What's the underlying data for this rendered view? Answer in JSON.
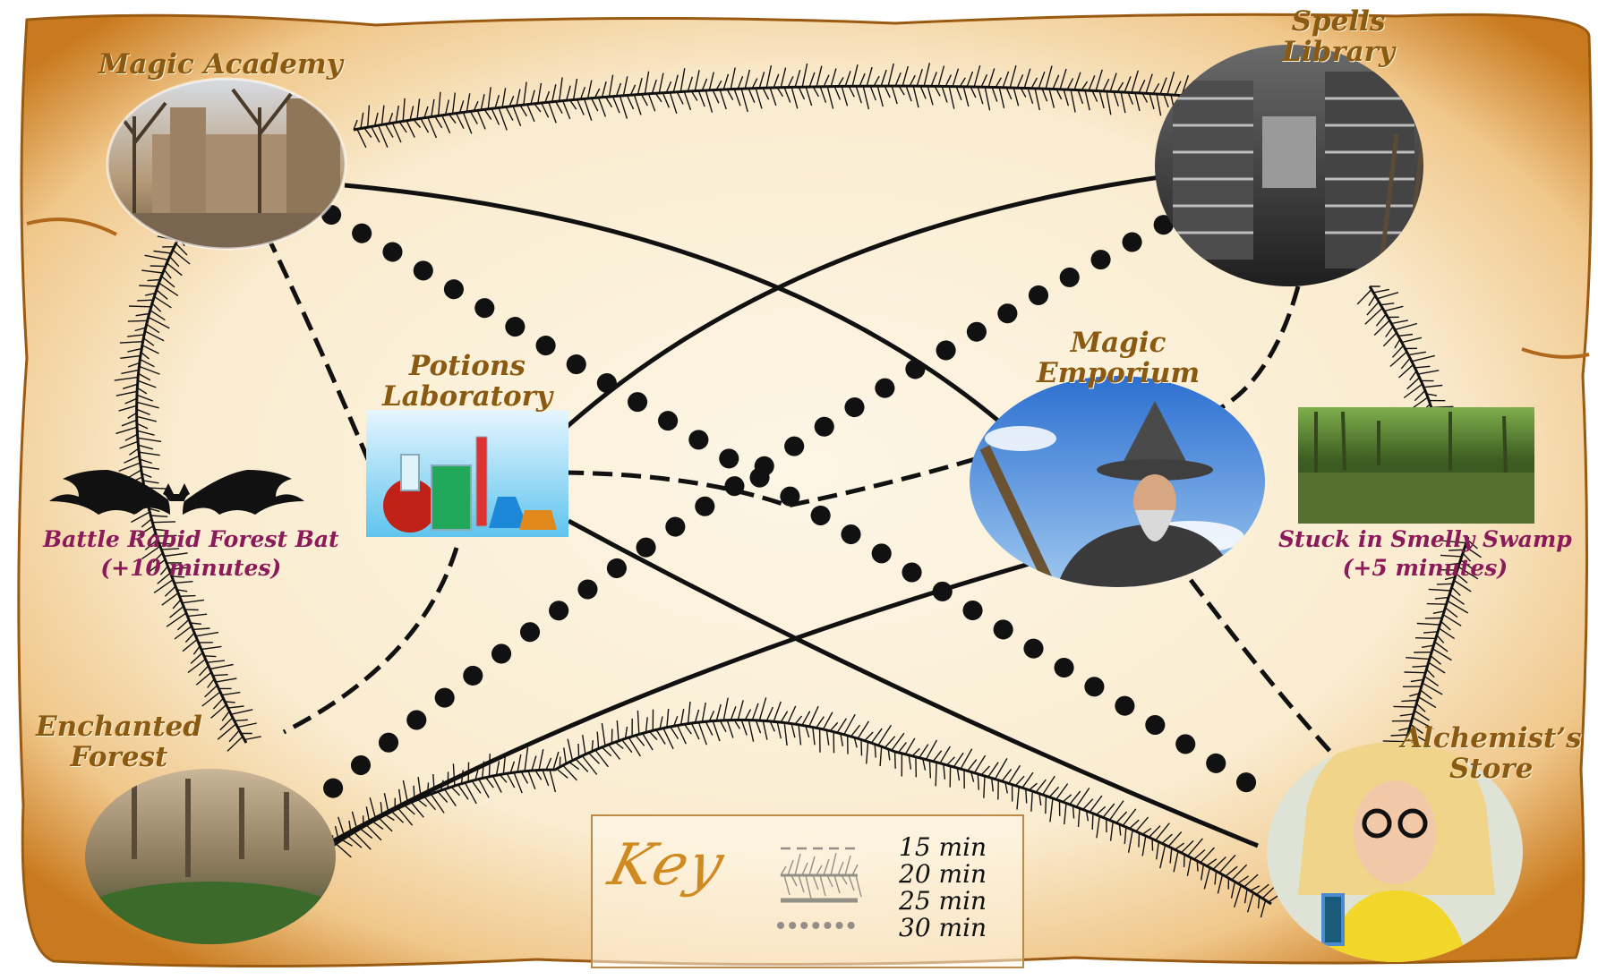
{
  "map": {
    "locations": [
      {
        "id": "magic-academy",
        "name_lines": [
          "Magic Academy"
        ],
        "icon": "campus-trees-icon"
      },
      {
        "id": "spells-library",
        "name_lines": [
          "Spells",
          "Library"
        ],
        "icon": "library-shelves-icon"
      },
      {
        "id": "potions-laboratory",
        "name_lines": [
          "Potions",
          "Laboratory"
        ],
        "icon": "lab-flasks-icon"
      },
      {
        "id": "magic-emporium",
        "name_lines": [
          "Magic",
          "Emporium"
        ],
        "icon": "wizard-icon"
      },
      {
        "id": "enchanted-forest",
        "name_lines": [
          "Enchanted",
          "Forest"
        ],
        "icon": "forest-icon"
      },
      {
        "id": "alchemists-store",
        "name_lines": [
          "Alchemist’s",
          "Store"
        ],
        "icon": "alchemist-icon"
      }
    ],
    "events": [
      {
        "id": "bat",
        "text_lines": [
          "Battle Rabid Forest Bat",
          "(+10 minutes)"
        ],
        "icon": "bat-icon",
        "color": "#8b1a5a"
      },
      {
        "id": "swamp",
        "text_lines": [
          "Stuck in Smelly Swamp",
          "(+5 minutes)"
        ],
        "icon": "swamp-icon",
        "color": "#8b1a5a"
      }
    ],
    "routes": [
      {
        "from": "magic-academy",
        "to": "spells-library",
        "style": "hairy",
        "minutes": 20
      },
      {
        "from": "magic-academy",
        "to": "enchanted-forest",
        "style": "hairy",
        "minutes": 20
      },
      {
        "from": "magic-academy",
        "to": "potions-laboratory",
        "style": "dashed",
        "minutes": 15
      },
      {
        "from": "magic-academy",
        "to": "magic-emporium",
        "style": "solid",
        "minutes": 25
      },
      {
        "from": "magic-academy",
        "to": "alchemists-store",
        "style": "dotted",
        "minutes": 30
      },
      {
        "from": "spells-library",
        "to": "potions-laboratory",
        "style": "solid",
        "minutes": 25
      },
      {
        "from": "spells-library",
        "to": "enchanted-forest",
        "style": "dotted",
        "minutes": 30
      },
      {
        "from": "spells-library",
        "to": "magic-emporium",
        "style": "dashed",
        "minutes": 15
      },
      {
        "from": "spells-library",
        "to": "alchemists-store",
        "style": "hairy",
        "minutes": 20
      },
      {
        "from": "potions-laboratory",
        "to": "magic-emporium",
        "style": "dashed",
        "minutes": 15
      },
      {
        "from": "potions-laboratory",
        "to": "enchanted-forest",
        "style": "dashed",
        "minutes": 15
      },
      {
        "from": "potions-laboratory",
        "to": "alchemists-store",
        "style": "solid",
        "minutes": 25
      },
      {
        "from": "magic-emporium",
        "to": "enchanted-forest",
        "style": "solid",
        "minutes": 25
      },
      {
        "from": "magic-emporium",
        "to": "alchemists-store",
        "style": "dashed",
        "minutes": 15
      },
      {
        "from": "enchanted-forest",
        "to": "alchemists-store",
        "style": "hairy",
        "minutes": 20
      }
    ],
    "colors": {
      "parchment": "#fbeed6",
      "parchment_edge": "#d9922e",
      "label": "#8a5a12",
      "event": "#8b1a5a",
      "ink": "#111111"
    }
  },
  "key": {
    "title": "Key",
    "entries": [
      {
        "style": "dashed",
        "label": "15 min"
      },
      {
        "style": "hairy",
        "label": "20 min"
      },
      {
        "style": "solid",
        "label": "25 min"
      },
      {
        "style": "dotted",
        "label": "30 min"
      }
    ]
  }
}
